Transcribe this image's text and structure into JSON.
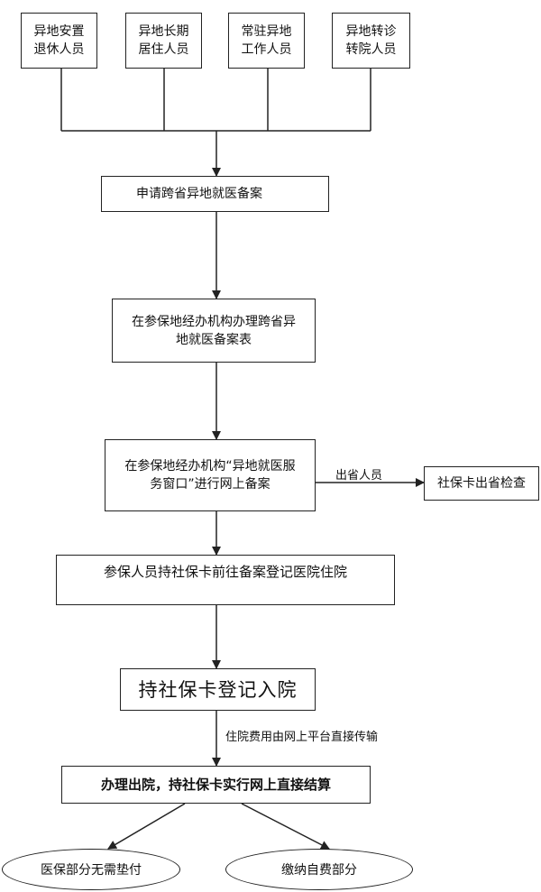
{
  "groups": [
    {
      "line1": "异地安置",
      "line2": "退休人员"
    },
    {
      "line1": "异地长期",
      "line2": "居住人员"
    },
    {
      "line1": "常驻异地",
      "line2": "工作人员"
    },
    {
      "line1": "异地转诊",
      "line2": "转院人员"
    }
  ],
  "steps": {
    "apply": "申请跨省异地就医备案",
    "handle_form": {
      "line1": "在参保地经办机构办理跨省异",
      "line2": "地就医备案表"
    },
    "online": {
      "line1": "在参保地经办机构“异地就医服",
      "line2": "务窗口”进行网上备案"
    },
    "hospital": "参保人员持社保卡前往备案登记医院住院",
    "admit": "持社保卡登记入院",
    "discharge": "办理出院，持社保卡实行网上直接结算"
  },
  "branch": {
    "label": "出省人员",
    "target": "社保卡出省检查"
  },
  "transfer_label": "住院费用由网上平台直接传输",
  "outcomes": {
    "left": "医保部分无需垫付",
    "right": "缴纳自费部分"
  }
}
